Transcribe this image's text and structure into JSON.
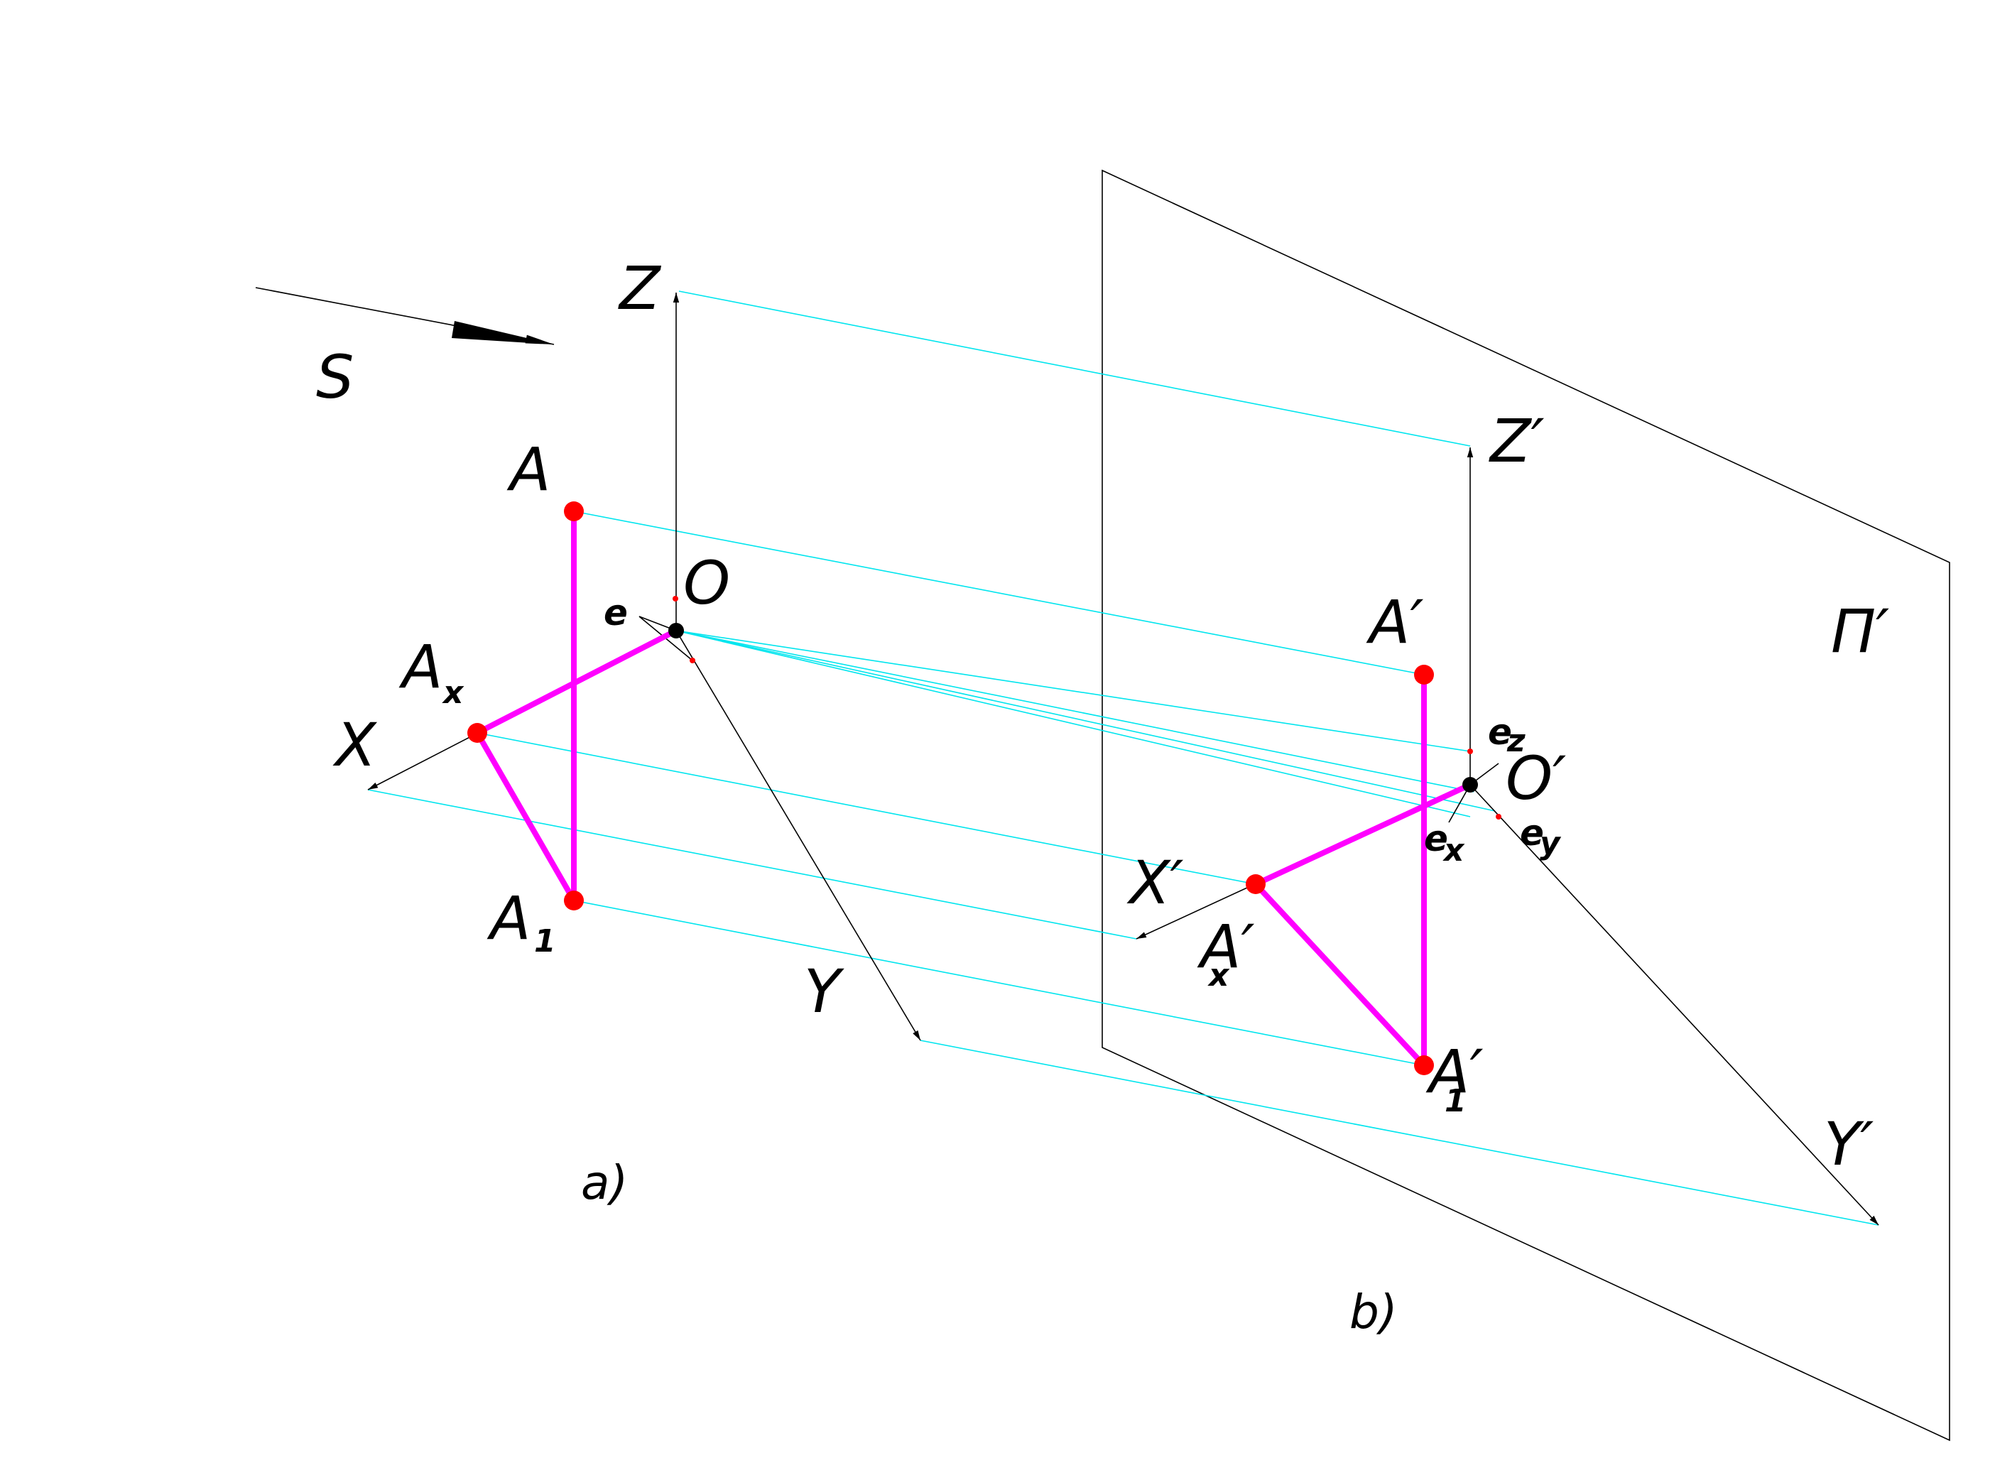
{
  "direction_label": "S",
  "plane_label": "Π′",
  "figure_a": {
    "caption": "a)",
    "axis_x": "X",
    "axis_y": "Y",
    "axis_z": "Z",
    "origin": "O",
    "unit": "e",
    "point_a": "A",
    "point_a1": "A",
    "point_a1_sub": "1",
    "point_ax": "A",
    "point_ax_sub": "x"
  },
  "figure_b": {
    "caption": "b)",
    "axis_x": "X′",
    "axis_y": "Y′",
    "axis_z": "Z′",
    "origin": "O′",
    "unit_x": "e",
    "unit_x_sub": "x",
    "unit_y": "e",
    "unit_y_sub": "y",
    "unit_z": "e",
    "unit_z_sub": "z",
    "point_a": "A′",
    "point_a1": "A′",
    "point_a1_sub": "1",
    "point_ax": "A′",
    "point_ax_sub": "x"
  },
  "colors": {
    "segments": "#ff00ff",
    "points": "#ff0000",
    "projection_lines": "#00e5ee",
    "axes": "#000000"
  }
}
